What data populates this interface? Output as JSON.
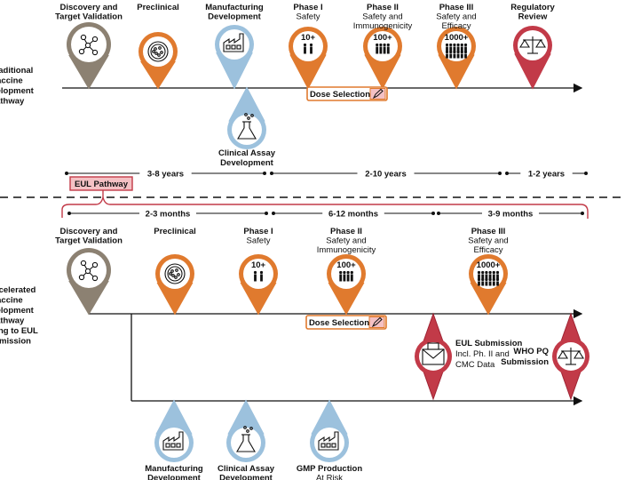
{
  "colors": {
    "gray": "#8c8172",
    "orange": "#e07a2e",
    "blue": "#9cc1dd",
    "red": "#c23a48",
    "eul_fill": "#f4c1c4"
  },
  "traditional": {
    "section_title": [
      "a. Traditional",
      "Vaccine",
      "Development",
      "Pathway"
    ],
    "stages": [
      {
        "title": [
          "Discovery and",
          "Target Validation"
        ],
        "sub": [],
        "icon": "network-icon"
      },
      {
        "title": [
          "Preclinical"
        ],
        "sub": [],
        "icon": "petri-dish-icon"
      },
      {
        "title": [
          "Manufacturing",
          "Development"
        ],
        "sub": [],
        "icon": "factory-icon"
      },
      {
        "title": [
          "Phase I"
        ],
        "sub": [
          "Safety"
        ],
        "icon": "people-icon",
        "count": "10+"
      },
      {
        "title": [
          "Phase II"
        ],
        "sub": [
          "Safety and",
          "Immunogenicity"
        ],
        "icon": "people-icon",
        "count": "100+"
      },
      {
        "title": [
          "Phase III"
        ],
        "sub": [
          "Safety and",
          "Efficacy"
        ],
        "icon": "people-icon",
        "count": "1000+"
      },
      {
        "title": [
          "Regulatory",
          "Review"
        ],
        "sub": [],
        "icon": "scales-icon"
      }
    ],
    "below": {
      "title": [
        "Clinical Assay",
        "Development"
      ],
      "icon": "flask-icon"
    },
    "dose_selection": "Dose Selection",
    "durations": [
      "3-8 years",
      "2-10 years",
      "1-2 years"
    ]
  },
  "eul_pathway": "EUL Pathway",
  "accelerated": {
    "section_title": [
      "b. Accelerated",
      "Vaccine",
      "Development",
      "Pathway",
      "Leading to EUL",
      "Submission"
    ],
    "durations": [
      "2-3 months",
      "6-12 months",
      "3-9 months"
    ],
    "stages": [
      {
        "title": [
          "Discovery and",
          "Target Validation"
        ],
        "sub": [],
        "icon": "network-icon"
      },
      {
        "title": [
          "Preclinical"
        ],
        "sub": [],
        "icon": "petri-dish-icon"
      },
      {
        "title": [
          "Phase I"
        ],
        "sub": [
          "Safety"
        ],
        "icon": "people-icon",
        "count": "10+"
      },
      {
        "title": [
          "Phase II"
        ],
        "sub": [
          "Safety and",
          "Immunogenicity"
        ],
        "icon": "people-icon",
        "count": "100+"
      },
      {
        "title": [
          "Phase III"
        ],
        "sub": [
          "Safety and",
          "Efficacy"
        ],
        "icon": "people-icon",
        "count": "1000+"
      }
    ],
    "dose_selection": "Dose Selection",
    "eul_submission": {
      "title": "EUL Submission",
      "sub": [
        "Incl. Ph. II and",
        "CMC Data"
      ],
      "icon": "envelope-icon"
    },
    "who_pq": {
      "title": [
        "WHO PQ",
        "Submission"
      ],
      "icon": "scales-icon"
    },
    "below": [
      {
        "title": [
          "Manufacturing",
          "Development"
        ],
        "sub": [],
        "icon": "factory-icon"
      },
      {
        "title": [
          "Clinical Assay",
          "Development"
        ],
        "sub": [],
        "icon": "flask-icon"
      },
      {
        "title": [
          "GMP Production"
        ],
        "sub": [
          "At Risk"
        ],
        "icon": "factory-icon"
      }
    ]
  }
}
